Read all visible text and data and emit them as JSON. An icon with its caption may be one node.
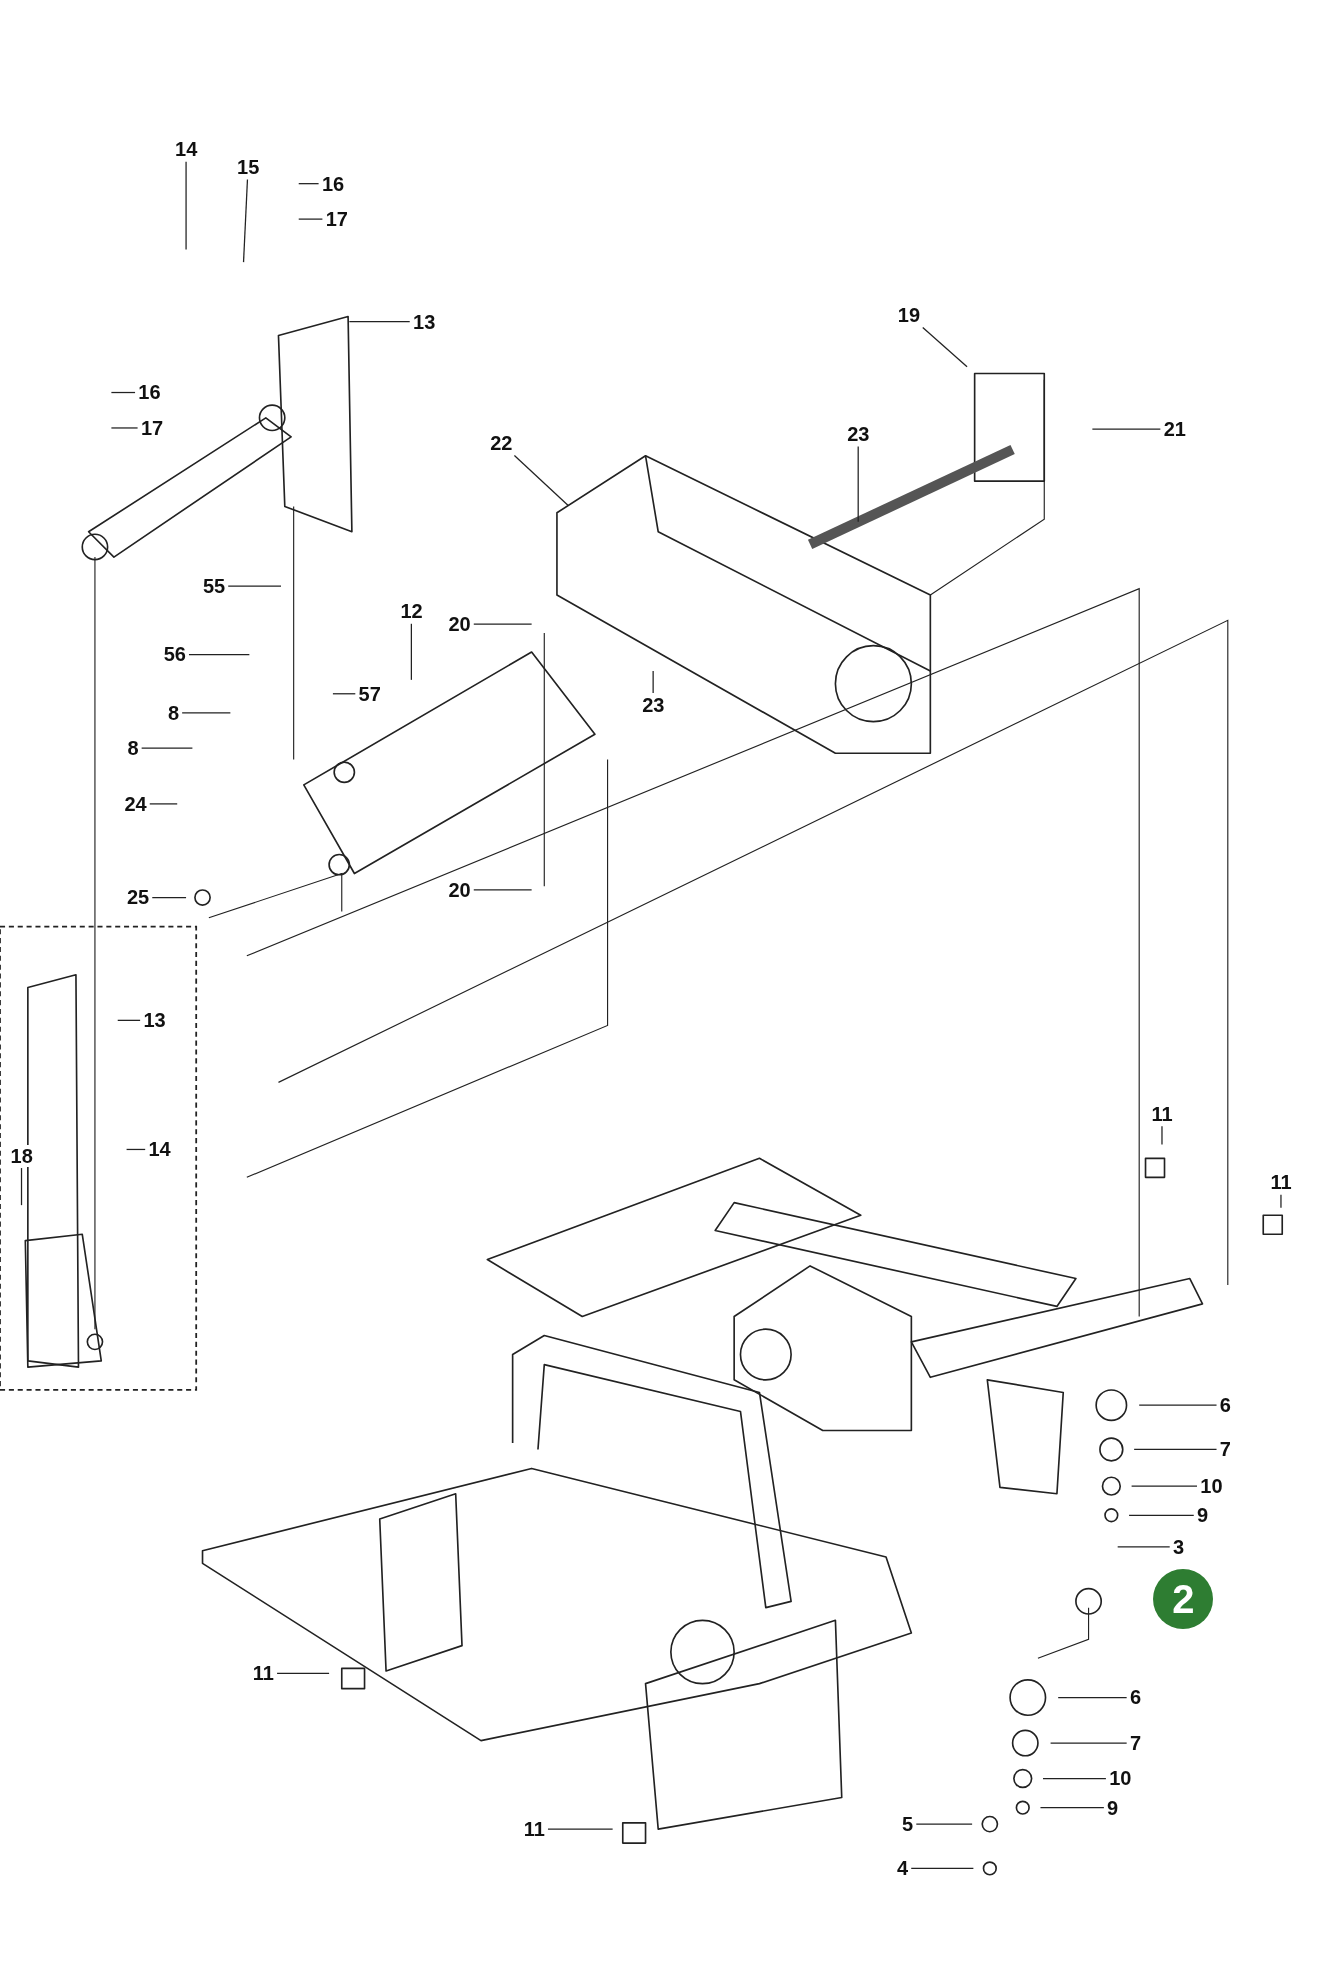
{
  "diagram": {
    "nodes": [
      {
        "text": [
          "14"
        ]
      },
      {
        "text": [
          "15"
        ]
      },
      {
        "text": [
          "16"
        ]
      },
      {
        "text": [
          "17"
        ]
      },
      {
        "text": [
          "13"
        ]
      },
      {
        "text": [
          "16"
        ]
      },
      {
        "text": [
          "17"
        ]
      },
      {
        "text": [
          "22"
        ]
      },
      {
        "text": [
          "19"
        ]
      },
      {
        "text": [
          "23"
        ]
      },
      {
        "text": [
          "21"
        ]
      },
      {
        "text": [
          "55"
        ]
      },
      {
        "text": [
          "12"
        ]
      },
      {
        "text": [
          "20"
        ]
      },
      {
        "text": [
          "56"
        ]
      },
      {
        "text": [
          "23"
        ]
      },
      {
        "text": [
          "57"
        ]
      },
      {
        "text": [
          "8"
        ]
      },
      {
        "text": [
          "8"
        ]
      },
      {
        "text": [
          "24"
        ]
      },
      {
        "text": [
          "25"
        ]
      },
      {
        "text": [
          "20"
        ]
      },
      {
        "text": [
          "13"
        ]
      },
      {
        "text": [
          "14"
        ]
      },
      {
        "text": [
          "18"
        ]
      },
      {
        "text": [
          "11"
        ]
      },
      {
        "text": [
          "11"
        ]
      },
      {
        "text": [
          "6"
        ]
      },
      {
        "text": [
          "7"
        ]
      },
      {
        "text": [
          "10"
        ]
      },
      {
        "text": [
          "9"
        ]
      },
      {
        "text": [
          "3"
        ]
      },
      {
        "text": [
          "2"
        ]
      },
      {
        "text": [
          "11"
        ]
      },
      {
        "text": [
          "6"
        ]
      },
      {
        "text": [
          "7"
        ]
      },
      {
        "text": [
          "10"
        ]
      },
      {
        "text": [
          "9"
        ]
      },
      {
        "text": [
          "11"
        ]
      },
      {
        "text": [
          "5"
        ]
      },
      {
        "text": [
          "4"
        ]
      }
    ],
    "edges": [
      {
        "from": 0,
        "to": null,
        "arrow": "none"
      },
      {
        "from": 1,
        "to": null,
        "arrow": "none"
      },
      {
        "from": 2,
        "to": null,
        "arrow": "none"
      },
      {
        "from": 3,
        "to": null,
        "arrow": "none"
      },
      {
        "from": 4,
        "to": null,
        "arrow": "none"
      },
      {
        "from": 5,
        "to": null,
        "arrow": "none"
      },
      {
        "from": 6,
        "to": null,
        "arrow": "none"
      },
      {
        "from": 7,
        "to": null,
        "arrow": "none"
      },
      {
        "from": 8,
        "to": null,
        "arrow": "none"
      },
      {
        "from": 9,
        "to": null,
        "arrow": "none"
      },
      {
        "from": 10,
        "to": null,
        "arrow": "none"
      },
      {
        "from": 11,
        "to": null,
        "arrow": "none"
      },
      {
        "from": 12,
        "to": null,
        "arrow": "none"
      },
      {
        "from": 13,
        "to": null,
        "arrow": "none"
      },
      {
        "from": 14,
        "to": null,
        "arrow": "none"
      },
      {
        "from": 15,
        "to": null,
        "arrow": "none"
      },
      {
        "from": 16,
        "to": null,
        "arrow": "none"
      },
      {
        "from": 17,
        "to": null,
        "arrow": "none"
      },
      {
        "from": 18,
        "to": null,
        "arrow": "none"
      },
      {
        "from": 19,
        "to": null,
        "arrow": "none"
      },
      {
        "from": 20,
        "to": null,
        "arrow": "none"
      },
      {
        "from": 21,
        "to": null,
        "arrow": "none"
      },
      {
        "from": 22,
        "to": null,
        "arrow": "none"
      },
      {
        "from": 23,
        "to": null,
        "arrow": "none"
      },
      {
        "from": 24,
        "to": null,
        "arrow": "none"
      },
      {
        "from": 25,
        "to": null,
        "arrow": "none"
      },
      {
        "from": 26,
        "to": null,
        "arrow": "none"
      },
      {
        "from": 27,
        "to": null,
        "arrow": "none"
      },
      {
        "from": 28,
        "to": null,
        "arrow": "none"
      },
      {
        "from": 29,
        "to": null,
        "arrow": "none"
      },
      {
        "from": 30,
        "to": null,
        "arrow": "none"
      },
      {
        "from": 31,
        "to": null,
        "arrow": "none"
      },
      {
        "from": 33,
        "to": null,
        "arrow": "none"
      },
      {
        "from": 34,
        "to": null,
        "arrow": "none"
      },
      {
        "from": 35,
        "to": null,
        "arrow": "none"
      },
      {
        "from": 36,
        "to": null,
        "arrow": "none"
      },
      {
        "from": 37,
        "to": null,
        "arrow": "none"
      },
      {
        "from": 38,
        "to": null,
        "arrow": "none"
      },
      {
        "from": 39,
        "to": null,
        "arrow": "none"
      },
      {
        "from": 40,
        "to": null,
        "arrow": "none"
      }
    ]
  }
}
